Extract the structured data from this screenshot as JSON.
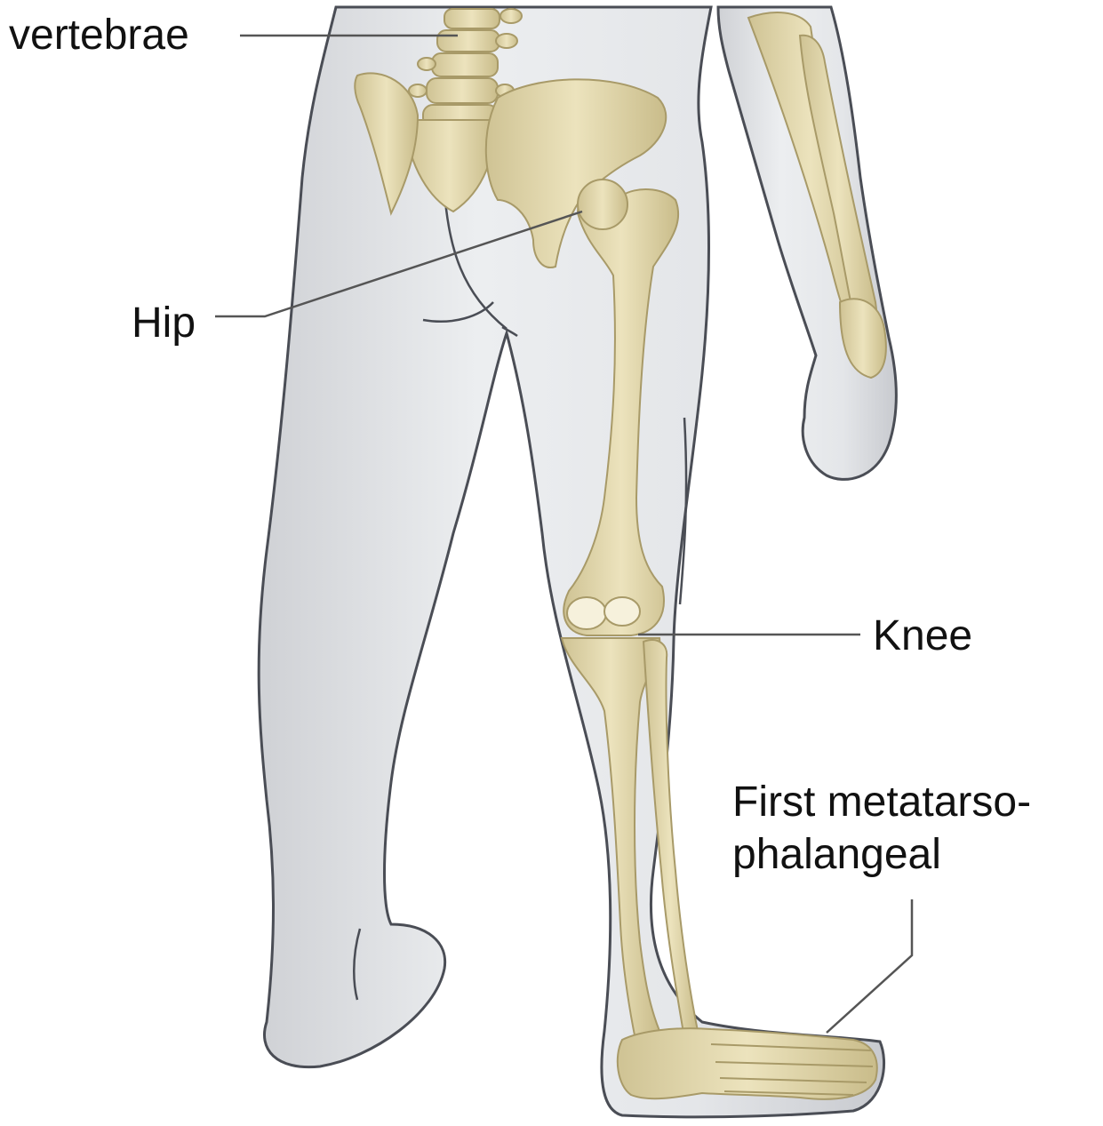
{
  "labels": {
    "vertebrae": "vertebrae",
    "hip": "Hip",
    "knee": "Knee",
    "mtp_line1": "First metatarso-",
    "mtp_line2": "phalangeal"
  },
  "colors": {
    "body_fill": "#e4e5e8",
    "body_outline": "#4a4d55",
    "bone_fill": "#e6dcb0",
    "bone_outline": "#a89a68",
    "leader": "#555555",
    "text": "#111111"
  }
}
